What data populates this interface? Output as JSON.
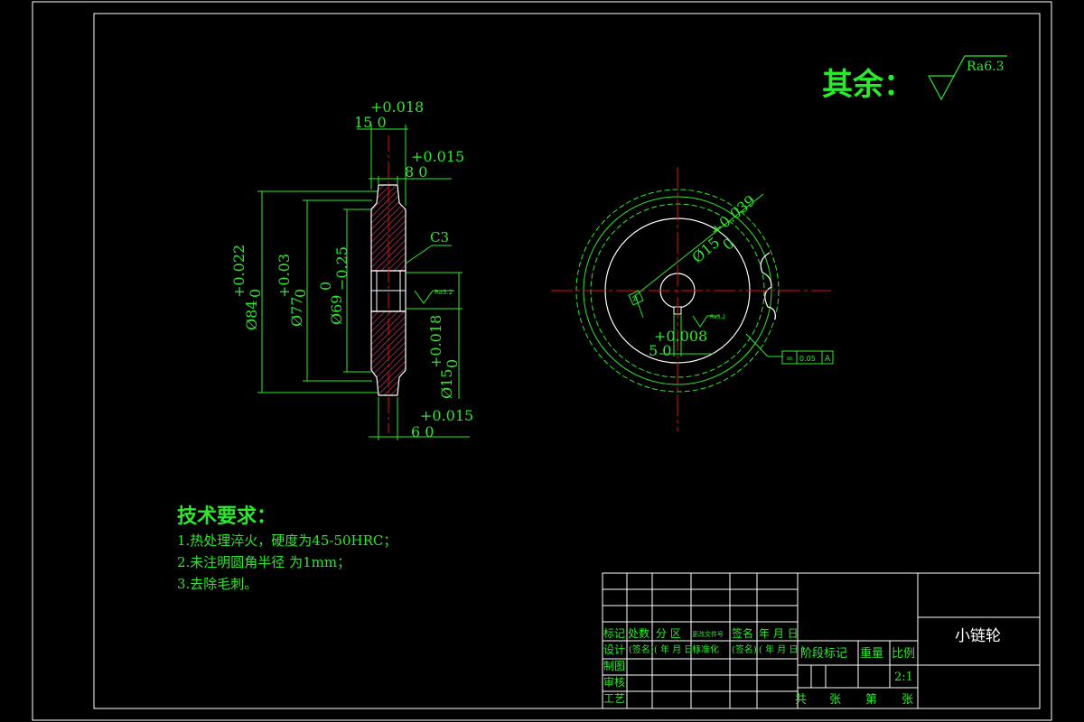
{
  "surface_note": {
    "prefix": "其余：",
    "roughness": "Ra6.3"
  },
  "section_view": {
    "dims": {
      "width_total": "15 0",
      "width_total_tol": "+0.018",
      "hub_width": "8 0",
      "hub_width_tol": "+0.015",
      "bore_width": "6 0",
      "bore_width_tol": "+0.015",
      "d84": "Ø84",
      "d84_tol_up": "+0.022",
      "d84_tol_low": "0",
      "d77": "Ø77",
      "d77_tol_up": "+0.03",
      "d77_tol_low": "0",
      "d69": "Ø69",
      "d69_tol_up": "0",
      "d69_tol_low": "−0.25",
      "d15": "Ø15",
      "d15_tol_up": "+0.018",
      "d15_tol_low": "0",
      "chamfer": "C3",
      "roughness": "Ra3.2"
    }
  },
  "front_view": {
    "dims": {
      "bore": "Ø15",
      "bore_tol_up": "+0.039",
      "bore_tol_low": "0",
      "key_width": "5 0",
      "key_tol": "+0.008",
      "datum": "A",
      "tolerance_symbol": "=",
      "tolerance_value": "0.05",
      "tolerance_datum": "A",
      "roughness": "Ra3.2"
    }
  },
  "technical_requirements": {
    "title": "技术要求：",
    "items": [
      "1.热处理淬火，硬度为45-50HRC；",
      "2.未注明圆角半径 为1mm；",
      "3.去除毛刺。"
    ]
  },
  "title_block": {
    "part_name": "小链轮",
    "scale_label": "比例",
    "scale_value": "2:1",
    "weight_label": "重量",
    "stage_label": "阶段标记",
    "header_cells": [
      "标记",
      "处数",
      "分 区",
      "更改文件号",
      "签名",
      "年 月 日"
    ],
    "row_labels": [
      "设计",
      "制图",
      "审核",
      "工艺"
    ],
    "design_sign": "(签名)",
    "design_date": "( 年 月 日 )",
    "standard_label": "标准化",
    "standard_sign": "(签名)",
    "standard_date": "( 年 月 日 )",
    "sheet_total": "共",
    "sheet_unit": "张",
    "sheet_no": "第",
    "sheet_unit2": "张"
  },
  "colors": {
    "lines": "#2ee82e",
    "centerlines": "#e01010",
    "hatch": "#b03060",
    "outline": "#ffffff"
  }
}
